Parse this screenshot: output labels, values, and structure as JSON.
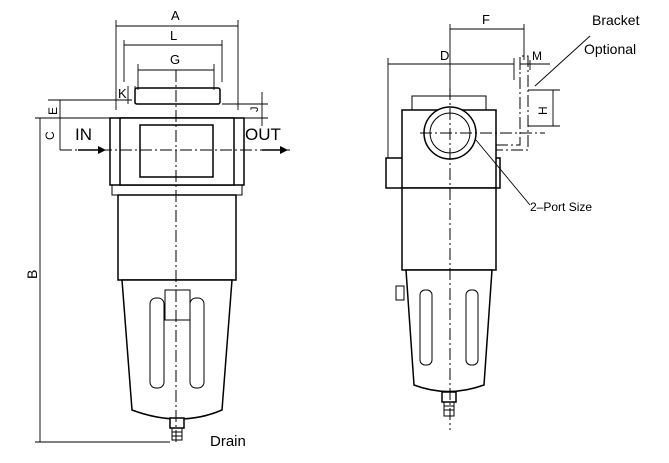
{
  "front_view": {
    "dim_a": "A",
    "dim_l": "L",
    "dim_g": "G",
    "dim_k": "K",
    "dim_e": "E",
    "dim_c": "C",
    "dim_b": "B",
    "dim_j": "J",
    "in_label": "IN",
    "out_label": "OUT",
    "drain_label": "Drain"
  },
  "side_view": {
    "dim_d": "D",
    "dim_f": "F",
    "dim_m": "M",
    "dim_h": "H",
    "bracket_label": "Bracket",
    "optional_label": "Optional",
    "port_label": "2–Port Size"
  }
}
